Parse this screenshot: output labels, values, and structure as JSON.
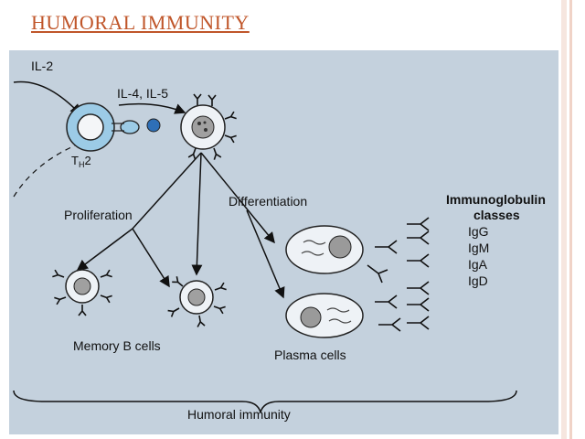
{
  "slide": {
    "title": "HUMORAL IMMUNITY"
  },
  "figure": {
    "labels": {
      "il2": "IL-2",
      "il4_il5": "IL-4, IL-5",
      "th2": "T",
      "th2_sub": "H",
      "th2_num": "2",
      "differentiation": "Differentiation",
      "proliferation": "Proliferation",
      "ig_title_1": "Immunoglobulin",
      "ig_title_2": "classes",
      "memory_b": "Memory B cells",
      "plasma": "Plasma cells",
      "humoral": "Humoral immunity"
    },
    "ig_classes": [
      "IgG",
      "IgM",
      "IgA",
      "IgD"
    ]
  }
}
